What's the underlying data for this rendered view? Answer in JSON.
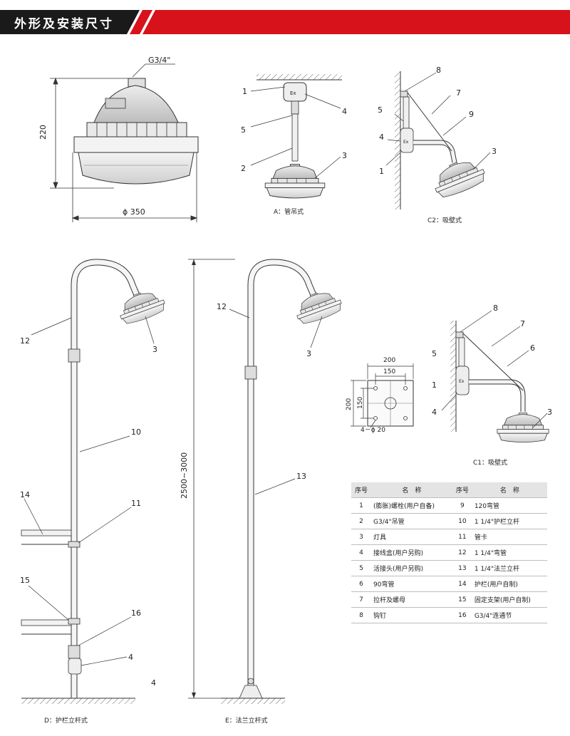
{
  "header": {
    "title": "外形及安装尺寸"
  },
  "drawing_main": {
    "thread_label": "G3/4\"",
    "height_label": "220",
    "width_label": "ϕ 350"
  },
  "view_a": {
    "caption": "A：管吊式",
    "callouts": [
      "1",
      "5",
      "2",
      "4",
      "3"
    ]
  },
  "view_c2": {
    "caption": "C2：吸壁式",
    "callouts": [
      "8",
      "7",
      "5",
      "9",
      "4",
      "1",
      "3"
    ]
  },
  "view_d": {
    "caption": "D：护栏立杆式",
    "callouts": [
      "12",
      "3",
      "10",
      "14",
      "11",
      "15",
      "16",
      "4"
    ]
  },
  "view_e": {
    "caption": "E：法兰立杆式",
    "height_label": "2500~3000",
    "callouts": [
      "12",
      "3",
      "13"
    ],
    "extra_label": "4"
  },
  "flange": {
    "outer": "200",
    "inner": "150",
    "hole_label": "4－ϕ 20"
  },
  "view_c1": {
    "caption": "C1：吸壁式",
    "callouts": [
      "8",
      "7",
      "5",
      "6",
      "1",
      "4",
      "3"
    ]
  },
  "parts_table": {
    "headers": [
      "序号",
      "名　称",
      "序号",
      "名　称"
    ],
    "rows": [
      [
        "1",
        "(膨胀)螺栓(用户自备)",
        "9",
        "120弯管"
      ],
      [
        "2",
        "G3/4\"吊管",
        "10",
        "1 1/4\"护栏立杆"
      ],
      [
        "3",
        "灯具",
        "11",
        "管卡"
      ],
      [
        "4",
        "接线盒(用户另购)",
        "12",
        "1 1/4\"弯管"
      ],
      [
        "5",
        "活接头(用户另购)",
        "13",
        "1 1/4\"法兰立杆"
      ],
      [
        "6",
        "90弯管",
        "14",
        "护栏(用户自制)"
      ],
      [
        "7",
        "拉杆及螺母",
        "15",
        "固定支架(用户自制)"
      ],
      [
        "8",
        "钩钉",
        "16",
        "G3/4\"连通节"
      ]
    ]
  },
  "colors": {
    "header_black": "#1a1a1a",
    "header_red": "#d7121b",
    "line": "#333333"
  }
}
